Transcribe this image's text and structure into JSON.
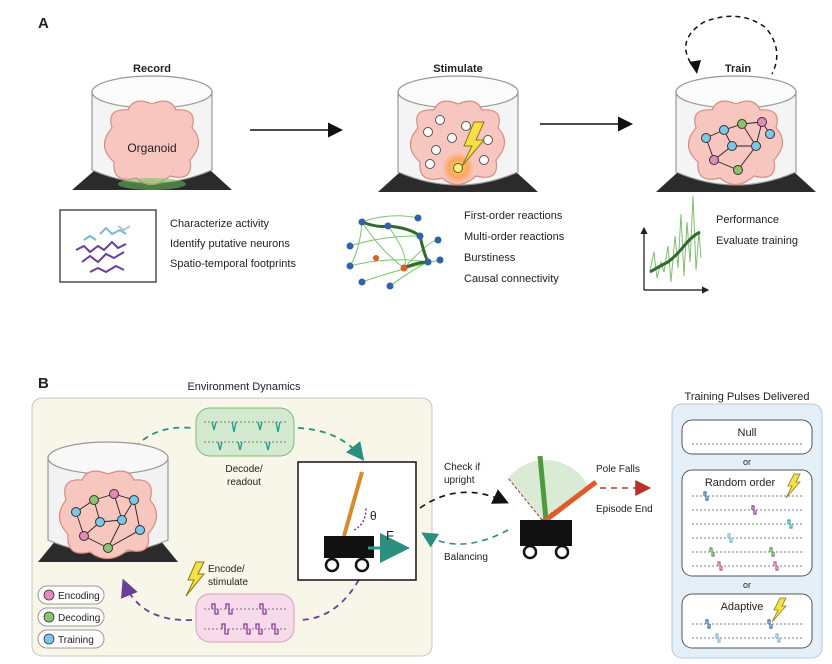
{
  "panel_a": {
    "label": "A",
    "record": {
      "title": "Record",
      "organoid_label": "Organoid",
      "items": [
        "Characterize activity",
        "Identify putative neurons",
        "Spatio-temporal footprints"
      ]
    },
    "stimulate": {
      "title": "Stimulate",
      "items": [
        "First-order reactions",
        "Multi-order reactions",
        "Burstiness",
        "Causal connectivity"
      ]
    },
    "train": {
      "title": "Train",
      "items": [
        "Performance",
        "Evaluate training"
      ]
    }
  },
  "panel_b": {
    "label": "B",
    "env_title": "Environment Dynamics",
    "decode_label_1": "Decode/",
    "decode_label_2": "readout",
    "encode_label_1": "Encode/",
    "encode_label_2": "stimulate",
    "theta": "θ",
    "force": "F",
    "check_1": "Check if",
    "check_2": "upright",
    "balancing": "Balancing",
    "pole_falls": "Pole Falls",
    "episode_end": "Episode End",
    "legend": [
      "Encoding",
      "Decoding",
      "Training"
    ],
    "training_title": "Training Pulses Delivered",
    "pulse_null": "Null",
    "or_1": "or",
    "pulse_random": "Random order",
    "or_2": "or",
    "pulse_adaptive": "Adaptive"
  },
  "colors": {
    "organoid": "#f6c6bf",
    "encoding": "#e68ab9",
    "decoding": "#8cc36b",
    "training": "#7ec6e6",
    "green_box": "#d3ead0",
    "pink_box": "#f7dbea",
    "env_bg": "#f7f6e8",
    "train_bg": "#e4eff8",
    "purple": "#6a3f96",
    "teal": "#2a9d8f",
    "orange": "#e05a2b"
  }
}
